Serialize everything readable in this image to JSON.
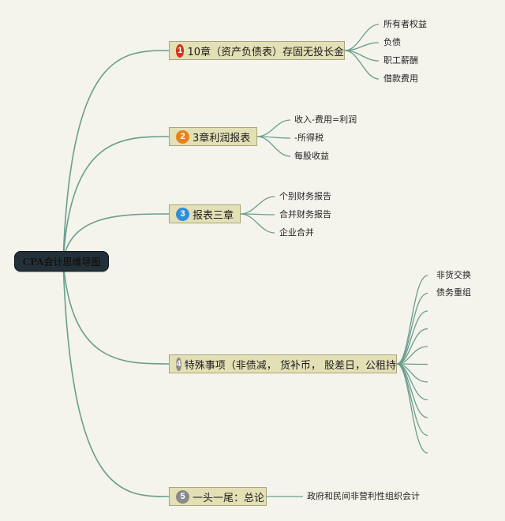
{
  "root": {
    "label": "CPA会计思维导图"
  },
  "topics": [
    {
      "number": "1",
      "label": "10章（资产负债表）存固无投长金",
      "color": "#d93020",
      "children": [
        "所有者权益",
        "负债",
        "职工薪酬",
        "借款费用"
      ]
    },
    {
      "number": "2",
      "label": "3章利润报表",
      "color": "#e8821e",
      "children": [
        "收入-费用=利润",
        "-所得税",
        "每股收益"
      ]
    },
    {
      "number": "3",
      "label": "报表三章",
      "color": "#2f8fd6",
      "children": [
        "个别财务报告",
        "合并财务报告",
        "企业合并"
      ]
    },
    {
      "number": "4",
      "label": "特殊事项（非债减， 货补币， 股差日，公租持",
      "color": "#8a8a8a",
      "children": [
        "非货交换",
        "债务重组",
        "",
        "",
        "",
        "",
        "",
        "",
        "",
        "",
        ""
      ]
    },
    {
      "number": "5",
      "label": "一头一尾：总论",
      "color": "#8a8a8a",
      "children": [
        "政府和民间非营利性组织会计"
      ]
    }
  ],
  "colors": {
    "connector": "#6a9e8c",
    "topic_fill": "#e4e0b6",
    "root_fill": "#22303a"
  }
}
